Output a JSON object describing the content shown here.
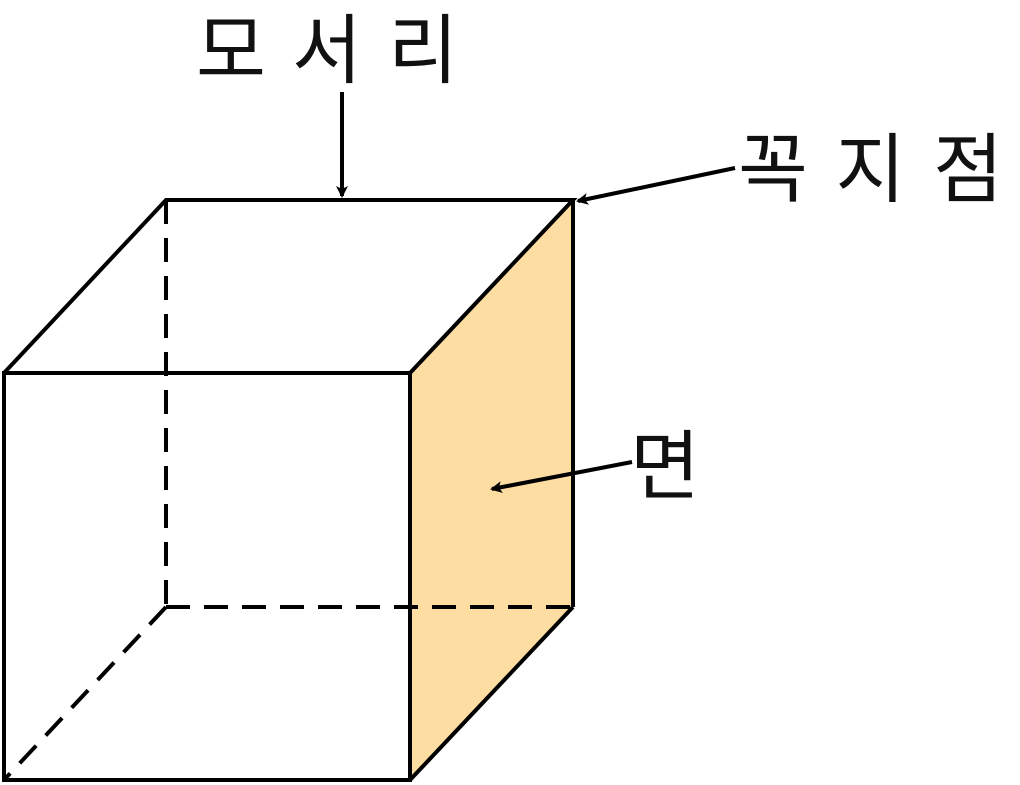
{
  "labels": {
    "edge": "모서리",
    "vertex": "꼭지점",
    "face": "면"
  },
  "colors": {
    "stroke": "#000000",
    "highlighted_face": "#fddda2",
    "background": "#ffffff"
  }
}
